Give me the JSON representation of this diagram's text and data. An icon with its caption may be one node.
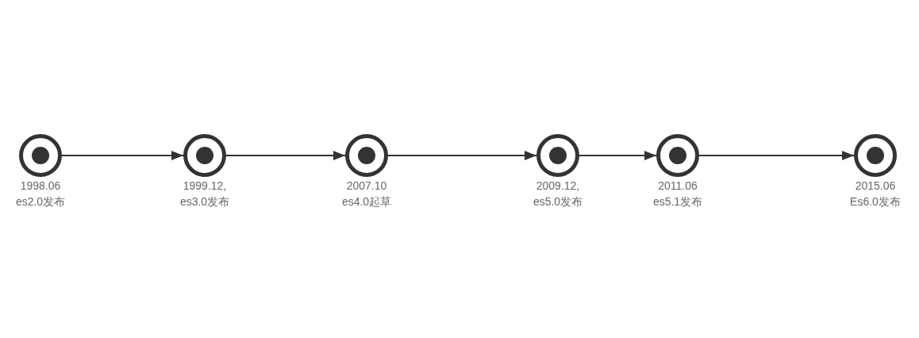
{
  "diagram": {
    "nodes": [
      {
        "text": [],
        "shape": "circle",
        "beside": [
          "1998.06 es2.0发布"
        ]
      },
      {
        "text": [],
        "shape": "circle",
        "beside": [
          "1999.12, es3.0发布"
        ]
      },
      {
        "text": [],
        "shape": "circle",
        "beside": [
          "2007.10 es4.0起草"
        ]
      },
      {
        "text": [],
        "shape": "circle",
        "beside": [
          "2009.12, es5.0发布"
        ]
      },
      {
        "text": [],
        "shape": "circle",
        "beside": [
          "2011.06 es5.1发布"
        ]
      },
      {
        "text": [],
        "shape": "circle",
        "beside": [
          "2015.06 Es6.0发布"
        ]
      }
    ],
    "edges": [
      {
        "from": 0,
        "to": 1,
        "arrow": "to"
      },
      {
        "from": 1,
        "to": 2,
        "arrow": "to"
      },
      {
        "from": 2,
        "to": 3,
        "arrow": "to"
      },
      {
        "from": 3,
        "to": 4,
        "arrow": "to"
      },
      {
        "from": 4,
        "to": 5,
        "arrow": "to"
      }
    ]
  }
}
